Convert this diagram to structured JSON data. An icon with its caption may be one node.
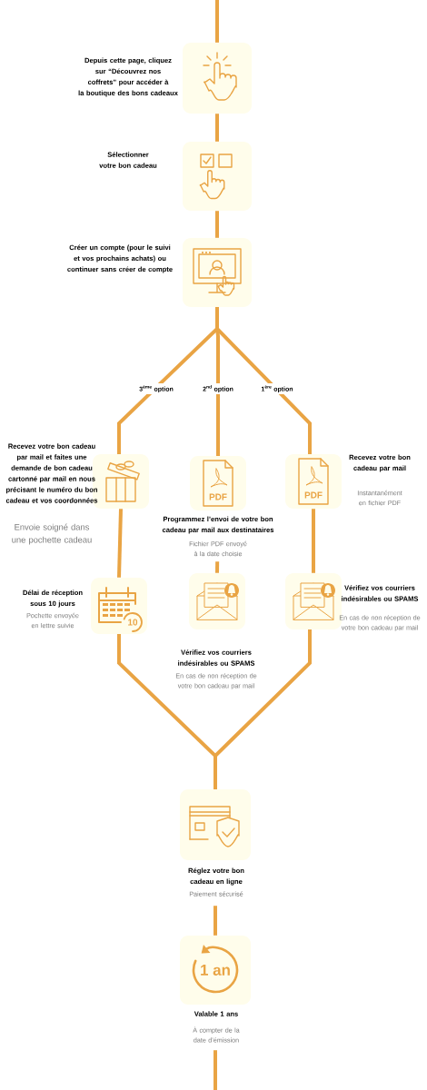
{
  "diagram": {
    "nodes": [
      {
        "text": [],
        "shape": "picture",
        "beside": [
          "Depuis cette page, cliquez sur “Découvrez nos coffrets” pour accéder à la boutique des bons cadeaux"
        ]
      },
      {
        "text": [],
        "shape": "picture",
        "beside": [
          "Sélectionner votre bon cadeau"
        ]
      },
      {
        "text": [],
        "shape": "picture",
        "beside": [
          "Créer un compte (pour le suivi et vos prochains achats) ou continuer sans créer de compte"
        ]
      },
      {
        "text": [],
        "shape": "picture",
        "beside": [
          "Recevez votre bon cadeau par mail et faites une demande de bon cadeau cartonné par mail en nous précisant le numéro du bon cadeau et vos coordonnées",
          "Envoie soigné dans une pochette cadeau"
        ]
      },
      {
        "text": [
          "PDF"
        ],
        "beside": [
          "Programmez l’envoi de votre bon cadeau par mail aux destinataires",
          "Fichier PDF envoyé à la date choisie"
        ]
      },
      {
        "text": [
          "PDF"
        ],
        "beside": [
          "Recevez votre bon cadeau par mail",
          "Instantanément en fichier PDF"
        ]
      },
      {
        "text": [
          "10"
        ],
        "beside": [
          "Délai de réception sous 10 jours",
          "Pochette envoyée en lettre suivie"
        ]
      },
      {
        "text": [],
        "shape": "picture",
        "beside": [
          "Vérifiez vos courriers indésirables ou SPAMS",
          "En cas de non réception de votre bon cadeau par mail"
        ]
      },
      {
        "text": [],
        "shape": "picture",
        "beside": [
          "Vérifiez vos courriers indésirables ou SPAMS",
          "En cas de non réception de votre bon cadeau par mail"
        ]
      },
      {
        "text": [],
        "shape": "picture",
        "beside": [
          "Réglez votre bon cadeau en ligne",
          "Paiement sécurisé"
        ]
      },
      {
        "text": [
          "1 an"
        ],
        "beside": [
          "Valable 1 ans",
          "À compter de la date d’émission"
        ]
      }
    ],
    "edges": [
      {
        "from": null,
        "to": 0,
        "arrow": "none"
      },
      {
        "from": 0,
        "to": 1,
        "arrow": "none"
      },
      {
        "from": 1,
        "to": 2,
        "arrow": "none"
      },
      {
        "from": 2,
        "to": 3,
        "arrow": "none",
        "label": "3$^{ème}$ option"
      },
      {
        "from": 2,
        "to": 4,
        "arrow": "none",
        "label": "2$^{nd}$ option"
      },
      {
        "from": 2,
        "to": 5,
        "arrow": "none",
        "label": "1$^{ère}$ option"
      },
      {
        "from": 3,
        "to": 6,
        "arrow": "none"
      },
      {
        "from": 4,
        "to": 7,
        "arrow": "none"
      },
      {
        "from": 5,
        "to": 8,
        "arrow": "none"
      },
      {
        "from": 6,
        "to": 9,
        "arrow": "none"
      },
      {
        "from": 8,
        "to": 9,
        "arrow": "none"
      },
      {
        "from": 9,
        "to": 10,
        "arrow": "none"
      },
      {
        "from": 10,
        "to": null,
        "arrow": "none"
      }
    ]
  }
}
